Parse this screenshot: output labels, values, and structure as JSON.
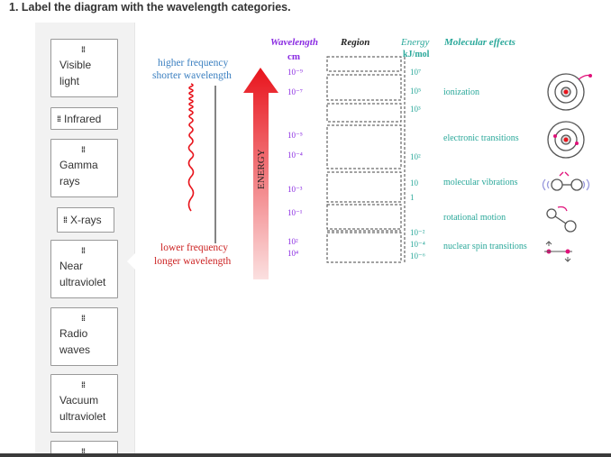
{
  "question": {
    "title": "1. Label the diagram with the wavelength categories."
  },
  "tokens": [
    {
      "id": "visible-light",
      "lines": [
        "Visible",
        "light"
      ]
    },
    {
      "id": "infrared",
      "lines": [
        "Infrared"
      ]
    },
    {
      "id": "gamma-rays",
      "lines": [
        "Gamma",
        "rays"
      ]
    },
    {
      "id": "x-rays",
      "lines": [
        "X-rays"
      ]
    },
    {
      "id": "near-ultraviolet",
      "lines": [
        "Near",
        "ultraviolet"
      ]
    },
    {
      "id": "radio-waves",
      "lines": [
        "Radio",
        "waves"
      ]
    },
    {
      "id": "vacuum-ultraviolet",
      "lines": [
        "Vacuum",
        "ultraviolet"
      ]
    }
  ],
  "diagram": {
    "headers": {
      "wavelength": "Wavelength",
      "wavelength_unit": "cm",
      "region": "Region",
      "energy": "Energy",
      "energy_unit": "kJ/mol",
      "effects": "Molecular effects"
    },
    "higher_label": [
      "higher frequency",
      "shorter wavelength"
    ],
    "lower_label": [
      "lower frequency",
      "longer wavelength"
    ],
    "energy_axis": "ENERGY",
    "wavelength_values": [
      "10⁻⁹",
      "10⁻⁷",
      "10⁻⁵",
      "10⁻⁴",
      "10⁻³",
      "10⁻¹",
      "10²",
      "10⁴"
    ],
    "energy_values": [
      "10⁷",
      "10⁵",
      "10³",
      "10²",
      "10",
      "1",
      "10⁻²",
      "10⁻⁴",
      "10⁻⁶"
    ],
    "effects": [
      "ionization",
      "electronic transitions",
      "molecular vibrations",
      "rotational motion",
      "nuclear spin transitions"
    ]
  },
  "colors": {
    "wavelength": "#8a2be2",
    "energy": "#2aa89a",
    "frequency": "#3a7fc0",
    "low_label": "#cc2222",
    "arrow": "#e8141c",
    "pink": "#e0117a"
  }
}
